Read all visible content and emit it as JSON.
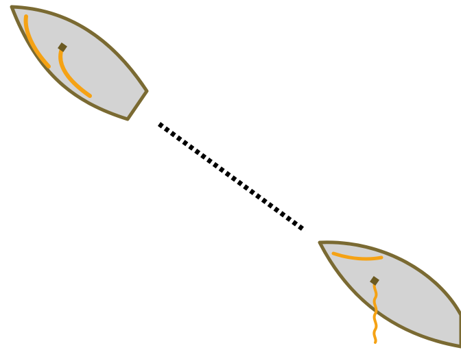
{
  "diagram": {
    "background": "#ffffff",
    "hull_fill": "#d3d3d3",
    "hull_outline": "#7a6a32",
    "sail_color": "#f5a214",
    "mast_color": "#6b5a22",
    "connector_color": "#000000",
    "boats": [
      {
        "id": "boat-upper-left",
        "sail_state": "trimmed"
      },
      {
        "id": "boat-lower-right",
        "sail_state": "luffing"
      }
    ],
    "connector": {
      "style": "dotted"
    }
  }
}
